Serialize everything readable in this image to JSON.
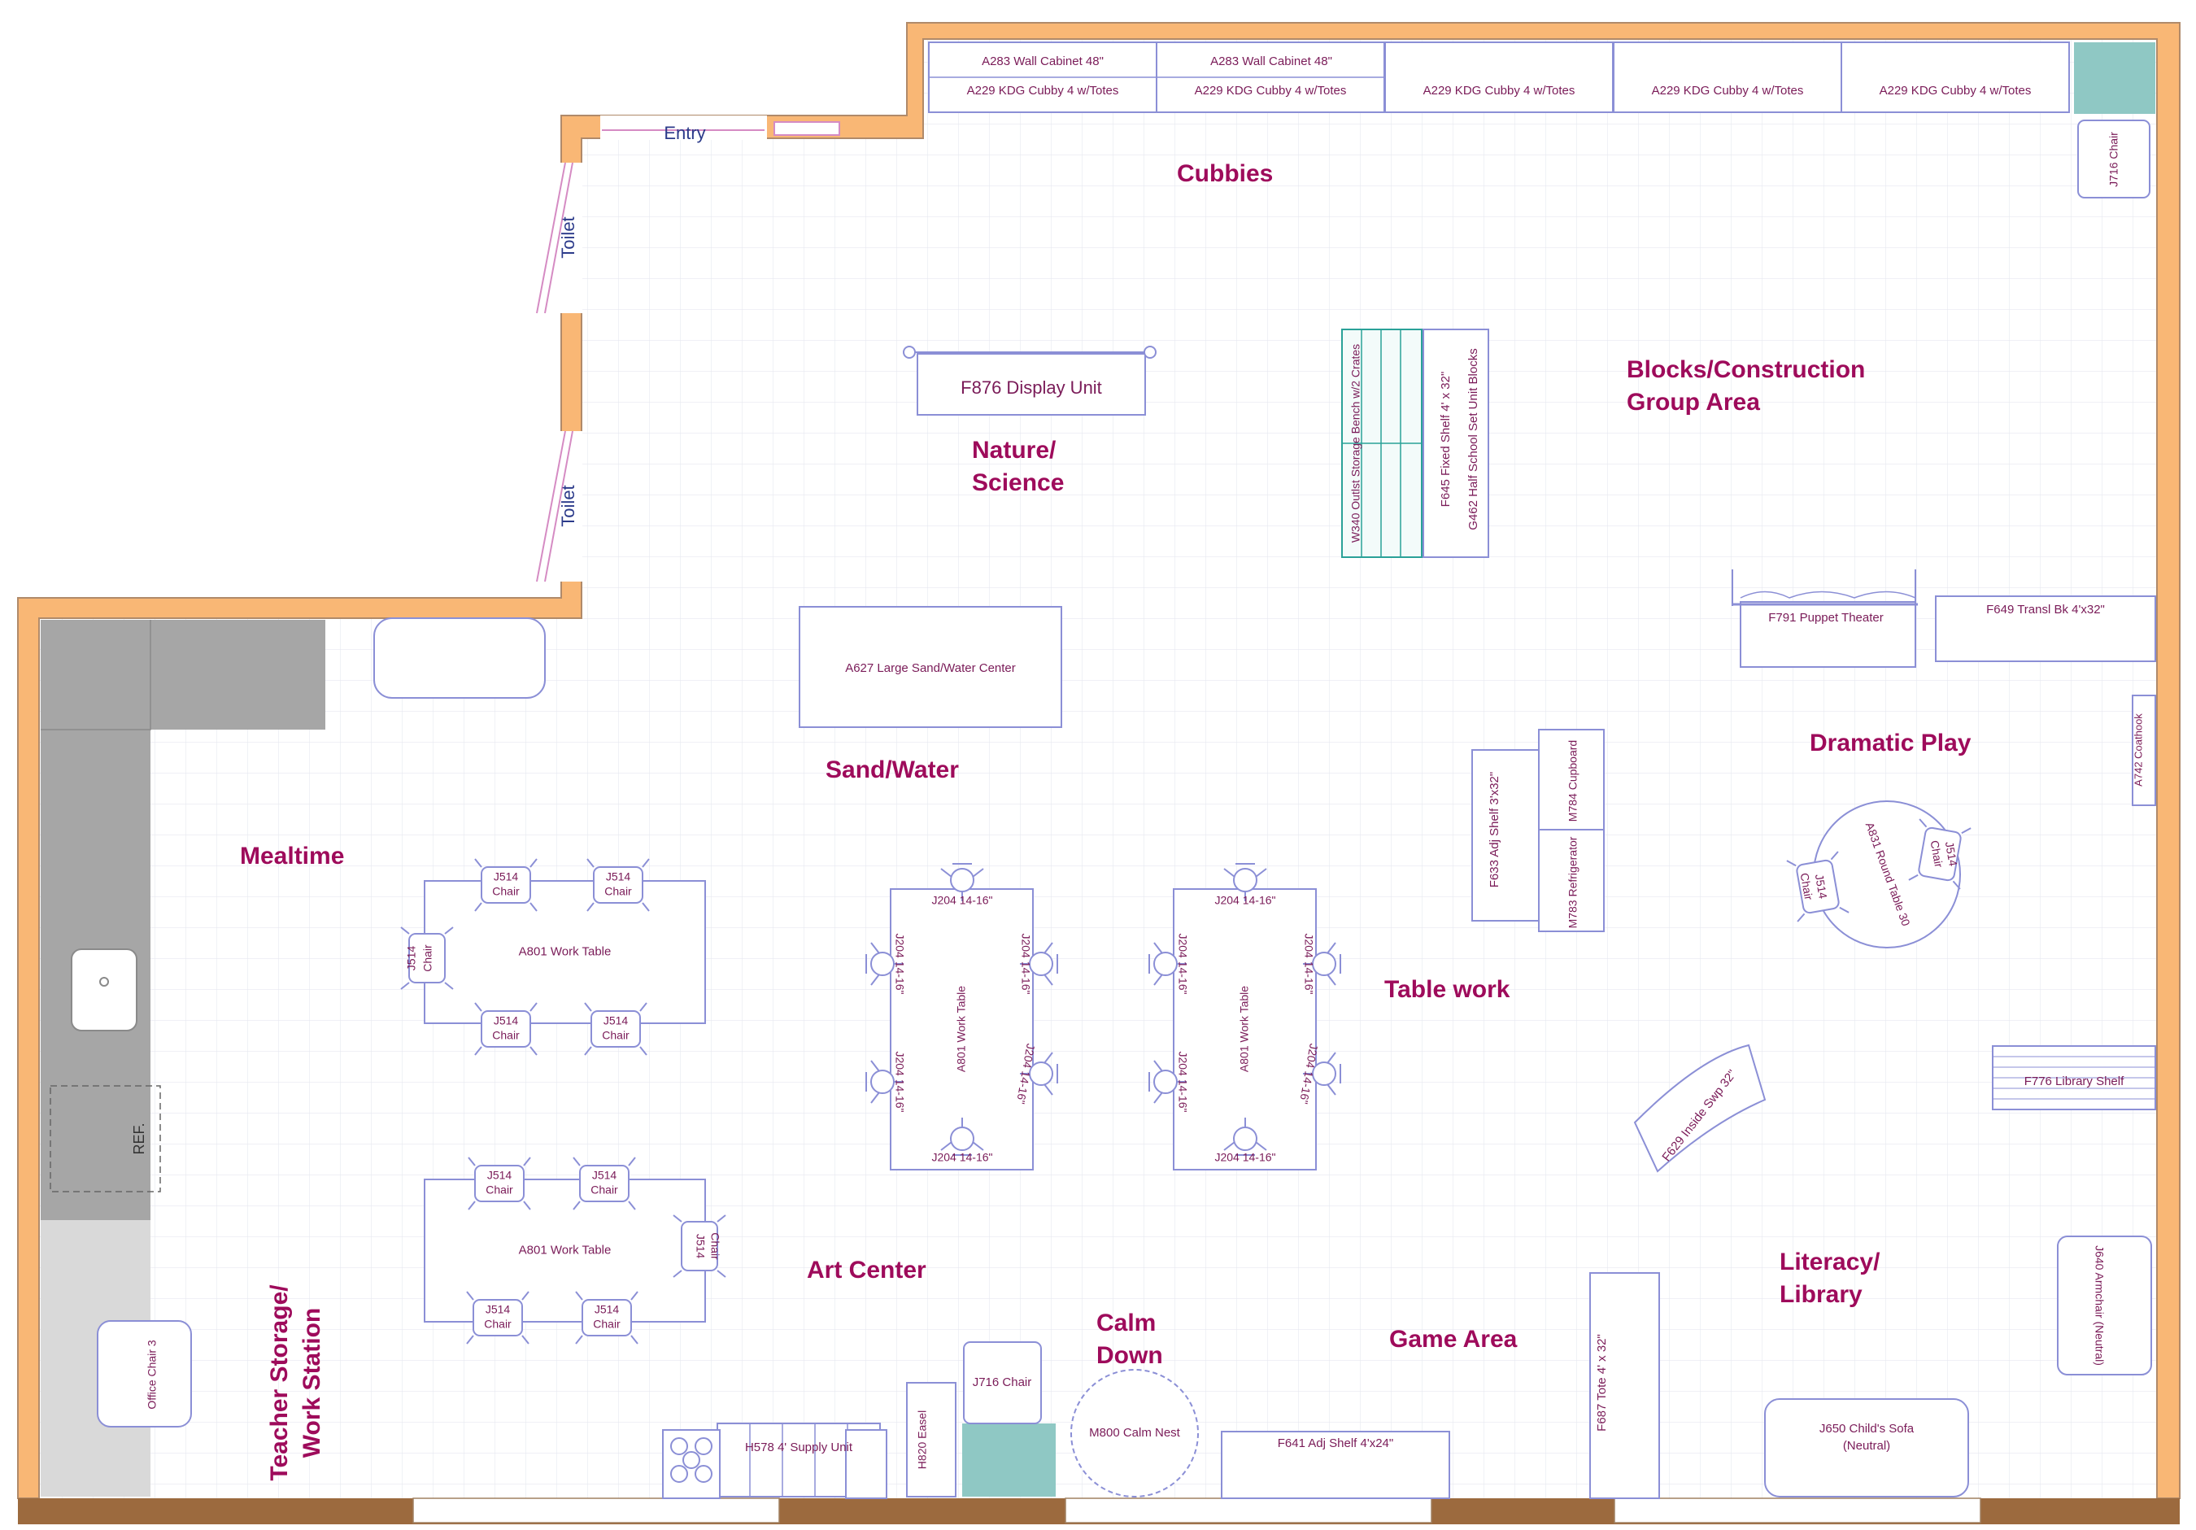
{
  "colors": {
    "wall": "#f9b775",
    "wall_outline": "#b08a6a",
    "floor_trim": "#9c6a3e",
    "grid": "#e6e8f0",
    "furniture": "#8b8fd6",
    "label": "#9e0b5b",
    "furniture_text": "#7a1b58",
    "door_text": "#2b3a8a",
    "counter": "#a6a6a6",
    "counter_light": "#d9d9d9",
    "teal": "#8fc8c4",
    "bench": "#2aa198",
    "window": "#d58bc3"
  },
  "labels": {
    "entry": "Entry",
    "toilet_1": "Toilet",
    "toilet_2": "Toilet",
    "cubbies": "Cubbies",
    "blocks_1": "Blocks/Construction",
    "blocks_2": "Group Area",
    "nature_1": "Nature/",
    "nature_2": "Science",
    "sand_water": "Sand/Water",
    "mealtime": "Mealtime",
    "dramatic_play": "Dramatic Play",
    "table_work": "Table work",
    "art_center": "Art Center",
    "calm_1": "Calm",
    "calm_2": "Down",
    "game_area": "Game Area",
    "literacy_1": "Literacy/",
    "literacy_2": "Library",
    "teacher_1": "Teacher Storage/",
    "teacher_2": "Work Station"
  },
  "furniture": {
    "wall_cabinet_1": "A283 Wall Cabinet 48\"",
    "wall_cabinet_2": "A283 Wall Cabinet 48\"",
    "cubby_1": "A229 KDG Cubby 4 w/Totes",
    "cubby_2": "A229 KDG Cubby 4 w/Totes",
    "cubby_3": "A229 KDG Cubby 4 w/Totes",
    "cubby_4": "A229 KDG Cubby 4 w/Totes",
    "cubby_5": "A229 KDG Cubby 4 w/Totes",
    "j716_chair_top": "J716 Chair",
    "display_unit": "F876 Display Unit",
    "storage_bench": "W340 Outlst Storage Bench w/2 Crates",
    "fixed_shelf": "F645 Fixed Shelf 4' x 32\"",
    "unit_blocks": "G462 Half School Set Unit Blocks",
    "puppet_theater": "F791 Puppet Theater",
    "transl_bk": "F649 Transl Bk 4'x32\"",
    "sand_water_center": "A627 Large Sand/Water Center",
    "coathook": "A742 Coathook",
    "adj_shelf_3": "F633 Adj Shelf 3'x32\"",
    "cupboard": "M784 Cupboard",
    "refrigerator": "M783 Refrigerator",
    "round_table": "A831 Round Table 30",
    "j514_chair": "J514",
    "chair": "Chair",
    "work_table": "A801 Work Table",
    "j204": "J204 14-16\"",
    "library_shelf": "F776 Library Shelf",
    "inside_swp": "F629 Inside Swp 32\"",
    "ref": "REF.",
    "office_chair": "Office Chair 3",
    "armchair": "J640 Armchair (Neutral)",
    "tote": "F687 Tote 4' x 32\"",
    "sofa_1": "J650 Child's Sofa",
    "sofa_2": "(Neutral)",
    "adj_shelf_4": "F641 Adj Shelf 4'x24\"",
    "calm_nest": "M800 Calm Nest",
    "j716_chair_bottom": "J716 Chair",
    "easel": "H820 Easel",
    "supply_unit": "H578 4' Supply Unit"
  }
}
